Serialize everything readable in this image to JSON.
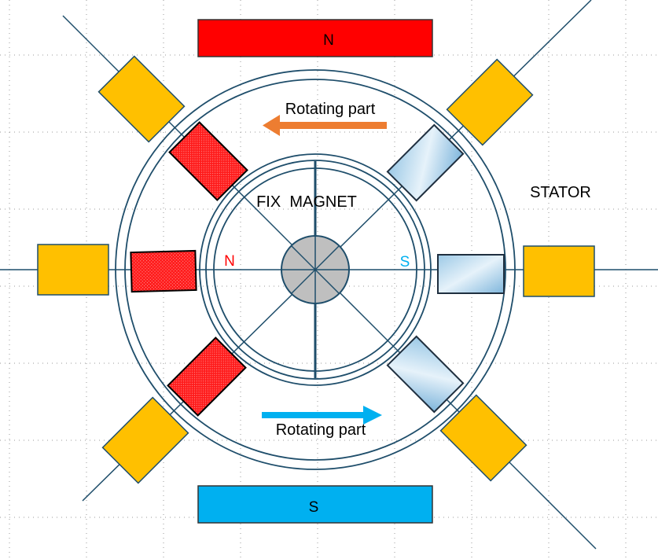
{
  "labels": {
    "top_magnet": "N",
    "bottom_magnet": "S",
    "rotating_part_top": "Rotating part",
    "rotating_part_bottom": "Rotating part",
    "fix_magnet": "FIX  MAGNET",
    "stator": "STATOR",
    "inner_north": "N",
    "inner_south": "S"
  },
  "colors": {
    "north_magnet": "#ff0000",
    "south_magnet": "#00b0f0",
    "stator_coil": "#ffc000",
    "axis_line": "#1f4e6b",
    "top_arrow": "#ed7d31",
    "bottom_arrow": "#00b0f0",
    "north_pole_text": "#ff0000",
    "south_pole_text": "#00b0f0",
    "hub": "#bfbfbf",
    "grid": "#9a9a9a"
  }
}
